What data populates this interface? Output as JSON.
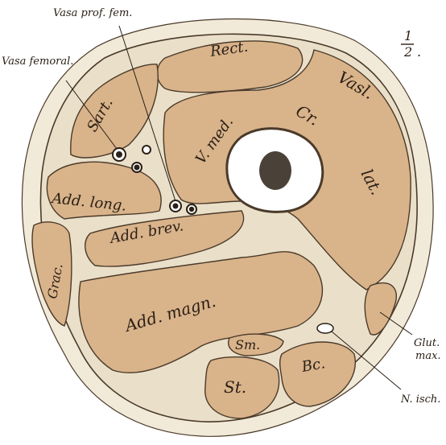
{
  "scale": {
    "numerator": "1",
    "denominator": "2",
    "suffix": "."
  },
  "labels": {
    "vasa_prof_fem": "Vasa prof. fem.",
    "vasa_femoral": "Vasa femoral.",
    "rect": "Rect.",
    "sart": "Sart.",
    "vasl": "Vasl.",
    "cr": "Cr.",
    "v_med": "V. med.",
    "lat": "lat.",
    "add_long": "Add. long.",
    "add_brev": "Add. brev.",
    "grac": "Grac.",
    "add_magn": "Add. magn.",
    "glut": "Glut.",
    "max": "max.",
    "sm": "Sm.",
    "st": "St.",
    "bc": "Bc.",
    "n_isch": "N. isch."
  },
  "colors": {
    "muscle": "#d9b38a",
    "fascia": "#f2ead9",
    "outline": "#4a3a2a",
    "bone": "#ffffff",
    "marrow": "#2a2016"
  }
}
